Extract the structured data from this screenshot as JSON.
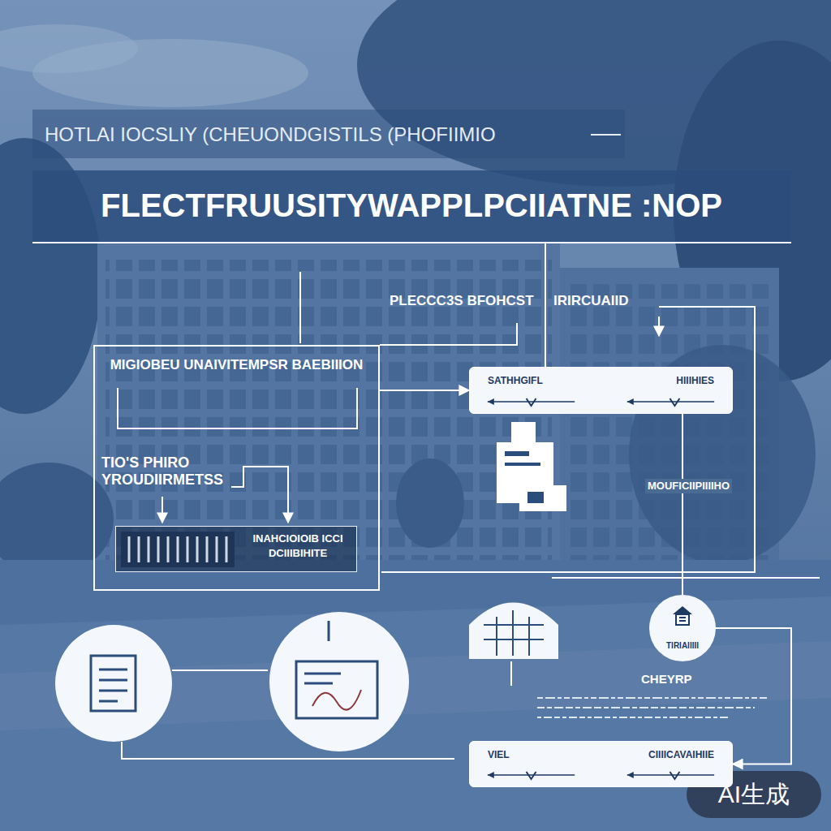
{
  "diagram": {
    "title": "FLECTFRUUSITYWAPPLPCIIATNE :NOP",
    "nodes": [
      {
        "text": [
          "MIGIOBEU UNAIVITEMPSR BAEBIIION"
        ]
      },
      {
        "text": [
          "INAHCIOIOIB ICCI DCIIIBIHITE"
        ],
        "in": 0
      },
      {
        "text": [
          "SATHHGIFL",
          "HIIIHIES"
        ]
      },
      {
        "text": [
          "TIRIAIIIII"
        ]
      },
      {
        "text": [
          "VIEL",
          "CIIIICAVAIHIIE"
        ]
      }
    ],
    "edges": [
      {
        "from": 0,
        "to": 2,
        "arrow": "to"
      },
      {
        "from": 2,
        "to": 3,
        "arrow": "none"
      },
      {
        "from": 3,
        "to": 4,
        "arrow": "to"
      }
    ],
    "labels": [
      "HOTLAI IOCSLIY (CHEUONDGISTILS (PHOFIIMIO",
      "PLECCC3S BFOHCST",
      "IRIRCUAIID",
      "TIO'S PHIRO YROUDIIRMETSS",
      "MOUFICIIPIIIIHO",
      "CHEYRP",
      "AI生成"
    ]
  }
}
